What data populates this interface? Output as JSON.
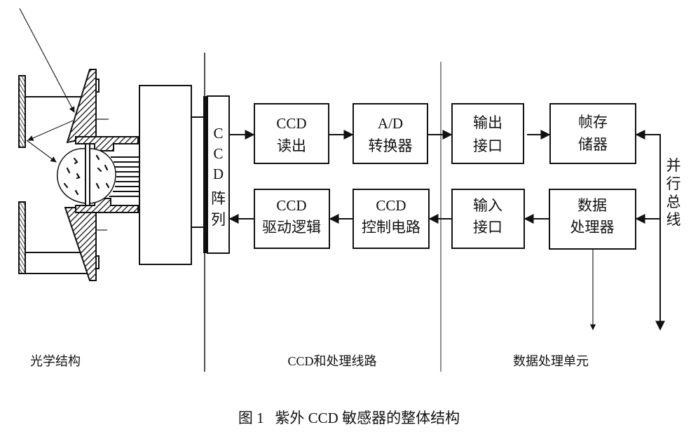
{
  "sections": {
    "optical": "光学结构",
    "ccd_circuit": "CCD和处理线路",
    "data_unit": "数据处理单元"
  },
  "blocks": {
    "ccd_array": {
      "lines": [
        "C",
        "C",
        "D",
        "阵",
        "列"
      ]
    },
    "ccd_readout": {
      "lines": [
        "CCD",
        "读出"
      ]
    },
    "ad_converter": {
      "lines": [
        "A/D",
        "转换器"
      ]
    },
    "output_interface": {
      "lines": [
        "输出",
        "接口"
      ]
    },
    "frame_storage": {
      "lines": [
        "帧存",
        "储器"
      ]
    },
    "ccd_drive_logic": {
      "lines": [
        "CCD",
        "驱动逻辑"
      ]
    },
    "ccd_control": {
      "lines": [
        "CCD",
        "控制电路"
      ]
    },
    "input_interface": {
      "lines": [
        "输入",
        "接口"
      ]
    },
    "data_processor": {
      "lines": [
        "数据",
        "处理器"
      ]
    }
  },
  "bus_label": {
    "chars": [
      "并",
      "行",
      "总",
      "线"
    ]
  },
  "caption": "图 1   紫外 CCD 敏感器的整体结构"
}
